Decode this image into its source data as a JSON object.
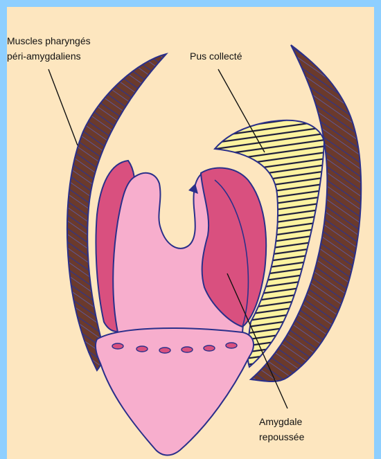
{
  "labels": {
    "muscles_line1": "Muscles pharyngés",
    "muscles_line2": "péri-amygdaliens",
    "pus": "Pus collecté",
    "amygdale_line1": "Amygdale",
    "amygdale_line2": "repoussée"
  },
  "colors": {
    "frame": "#8ecfff",
    "background": "#fde6bf",
    "muscle_brown": "#6b3a2c",
    "outline_blue": "#2a2f8a",
    "tonsil_magenta": "#d9507f",
    "tonsil_light": "#f7aecd",
    "pus_yellow": "#fbf3a0"
  }
}
